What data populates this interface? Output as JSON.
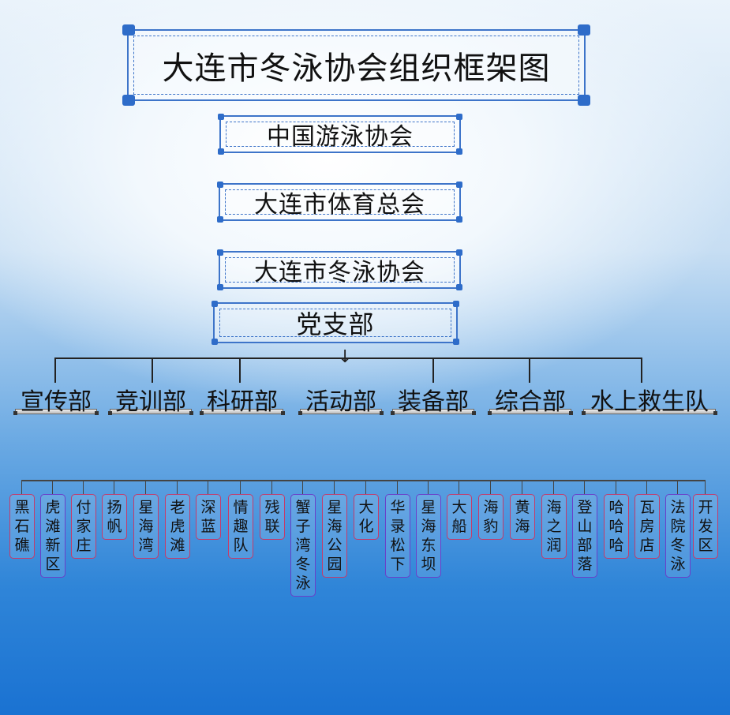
{
  "title": "大连市冬泳协会组织框架图",
  "hierarchy": [
    "中国游泳协会",
    "大连市体育总会",
    "大连市冬泳协会",
    "党支部"
  ],
  "departments": [
    "宣传部",
    "竞训部",
    "科研部",
    "活动部",
    "装备部",
    "综合部",
    "水上救生队"
  ],
  "clubs": [
    "黑石礁",
    "虎滩新区",
    "付家庄",
    "扬帆",
    "星海湾",
    "老虎滩",
    "深蓝",
    "情趣队",
    "残联",
    "蟹子湾冬泳",
    "星海公园",
    "大化",
    "华录松下",
    "星海东坝",
    "大船",
    "海豹",
    "黄海",
    "海之润",
    "登山部落",
    "哈哈哈",
    "瓦房店",
    "法院冬泳",
    "开发区"
  ],
  "colors": {
    "box_border": "#3d74c9",
    "club_border_pink": "#c43b6b",
    "club_border_purple": "#6b3fc9"
  }
}
